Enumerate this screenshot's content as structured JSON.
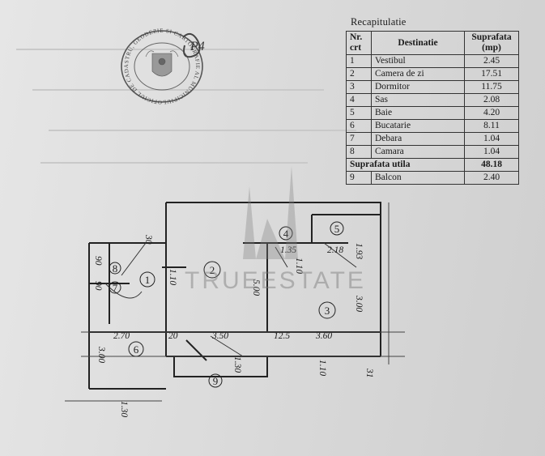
{
  "recap": {
    "title": "Recapitulatie",
    "headers": {
      "nr": "Nr. crt",
      "destination": "Destinatie",
      "area": "Suprafata (mp)"
    },
    "rows": [
      {
        "nr": "1",
        "destination": "Vestibul",
        "area": "2.45"
      },
      {
        "nr": "2",
        "destination": "Camera de zi",
        "area": "17.51"
      },
      {
        "nr": "3",
        "destination": "Dormitor",
        "area": "11.75"
      },
      {
        "nr": "4",
        "destination": "Sas",
        "area": "2.08"
      },
      {
        "nr": "5",
        "destination": "Baie",
        "area": "4.20"
      },
      {
        "nr": "6",
        "destination": "Bucatarie",
        "area": "8.11"
      },
      {
        "nr": "7",
        "destination": "Debara",
        "area": "1.04"
      },
      {
        "nr": "8",
        "destination": "Camara",
        "area": "1.04"
      }
    ],
    "total": {
      "label": "Suprafata utila",
      "area": "48.18"
    },
    "extra": {
      "nr": "9",
      "destination": "Balcon",
      "area": "2.40"
    }
  },
  "stamp": {
    "ring_text": "OFICIUL DE CADASTRU, GEODEZIE SI CARTOGRAFIE AL MUNICIPIULUI BUCURESTI",
    "handwriting": "P4"
  },
  "plan": {
    "room_numbers": [
      "1",
      "2",
      "3",
      "4",
      "5",
      "6",
      "7",
      "8",
      "9"
    ],
    "dimensions": {
      "d270": "2.70",
      "d20": "20",
      "d350": "3.50",
      "d125": "12.5",
      "d360": "3.60",
      "d135": "1.35",
      "d218": "2.18",
      "d193": "1.93",
      "d500": "5.00",
      "d300": "3.00",
      "d300b": "3.00",
      "d130": "1.30",
      "d130b": "1.30",
      "d110": "1.10",
      "d90": "90",
      "d90b": "90",
      "d110b": "1.10",
      "d110c": "1.10",
      "d31": "31",
      "d30": "30"
    }
  },
  "watermark": "TRUEESTATE"
}
